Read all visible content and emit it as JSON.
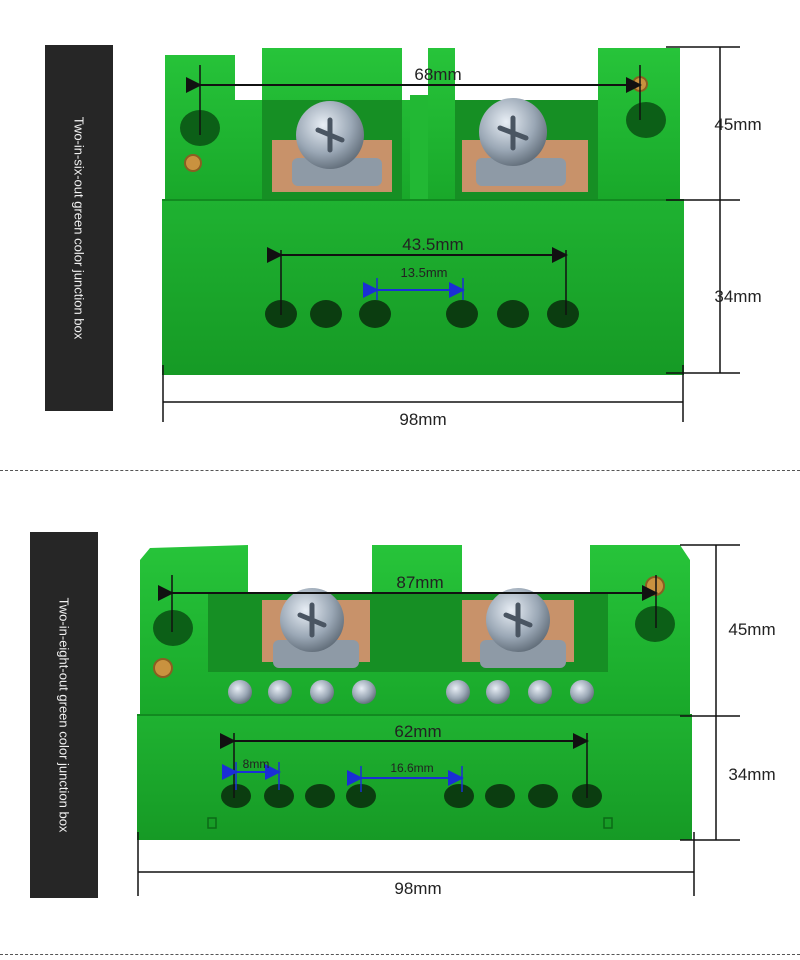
{
  "panels": [
    {
      "caption": "Two-in-six-out green color junction box",
      "dims": {
        "mount_span": "68mm",
        "hole_span": "43.5mm",
        "hole_pitch": "13.5mm",
        "width": "98mm",
        "upper_height": "45mm",
        "lower_height": "34mm"
      }
    },
    {
      "caption": "Two-in-eight-out green color junction box",
      "dims": {
        "mount_span": "87mm",
        "hole_span": "62mm",
        "hole_pitch": "8mm",
        "hole_gap": "16.6mm",
        "width": "98mm",
        "upper_height": "45mm",
        "lower_height": "34mm"
      }
    }
  ],
  "colors": {
    "body": "#1fae2e",
    "label_bg": "#262626",
    "brass": "#c8926a"
  }
}
